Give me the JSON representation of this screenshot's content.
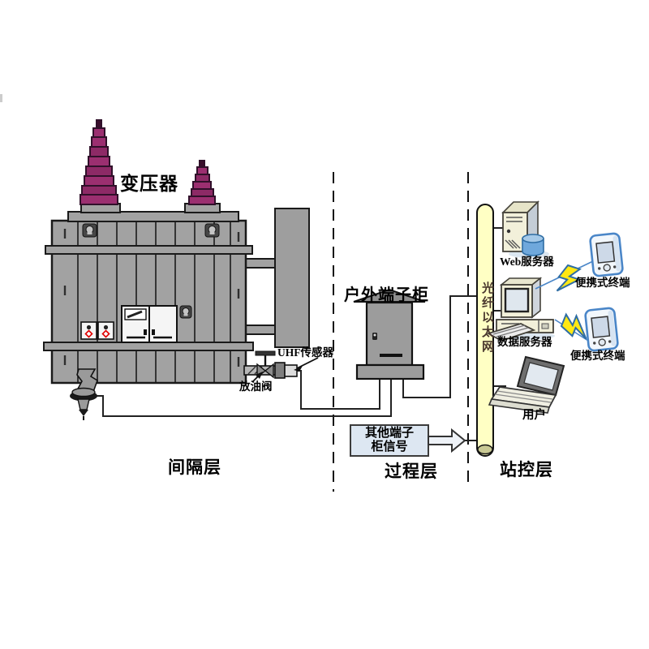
{
  "labels": {
    "transformer": "变压器",
    "uhf_sensor": "UHF传感器",
    "drain_valve": "放油阀",
    "outdoor_cabinet": "户外端子柜",
    "fiber_ethernet": "光纤以太网",
    "other_signals_line1": "其他端子",
    "other_signals_line2": "柜信号",
    "web_server": "Web服务器",
    "data_server": "数据服务器",
    "portable_terminal_top": "便携式终端",
    "portable_terminal_bottom": "便携式终端",
    "user": "用户",
    "bay_layer": "间隔层",
    "process_layer": "过程层",
    "station_layer": "站控层"
  },
  "colors": {
    "equipment_gray": "#a2a2a2",
    "bushing_magenta": "#9b2f70",
    "fiber_bar_yellow": "#ffffc4",
    "signal_box_fill": "#dde7f2",
    "lightning_yellow": "#ffe813",
    "device_outline_blue": "#4a86c8",
    "database_blue": "#6fa8dc"
  },
  "icons": {
    "web_server_icon": "tower-server-with-database-cylinder",
    "data_server_icon": "desktop-computer",
    "portable_terminal_icon": "handheld-pda",
    "user_icon": "laptop",
    "wireless_icon": "lightning-bolt",
    "uhf_sensor_icon": "pipe-valve-sensor",
    "drain_valve_icon": "flanged-drain-valve"
  }
}
